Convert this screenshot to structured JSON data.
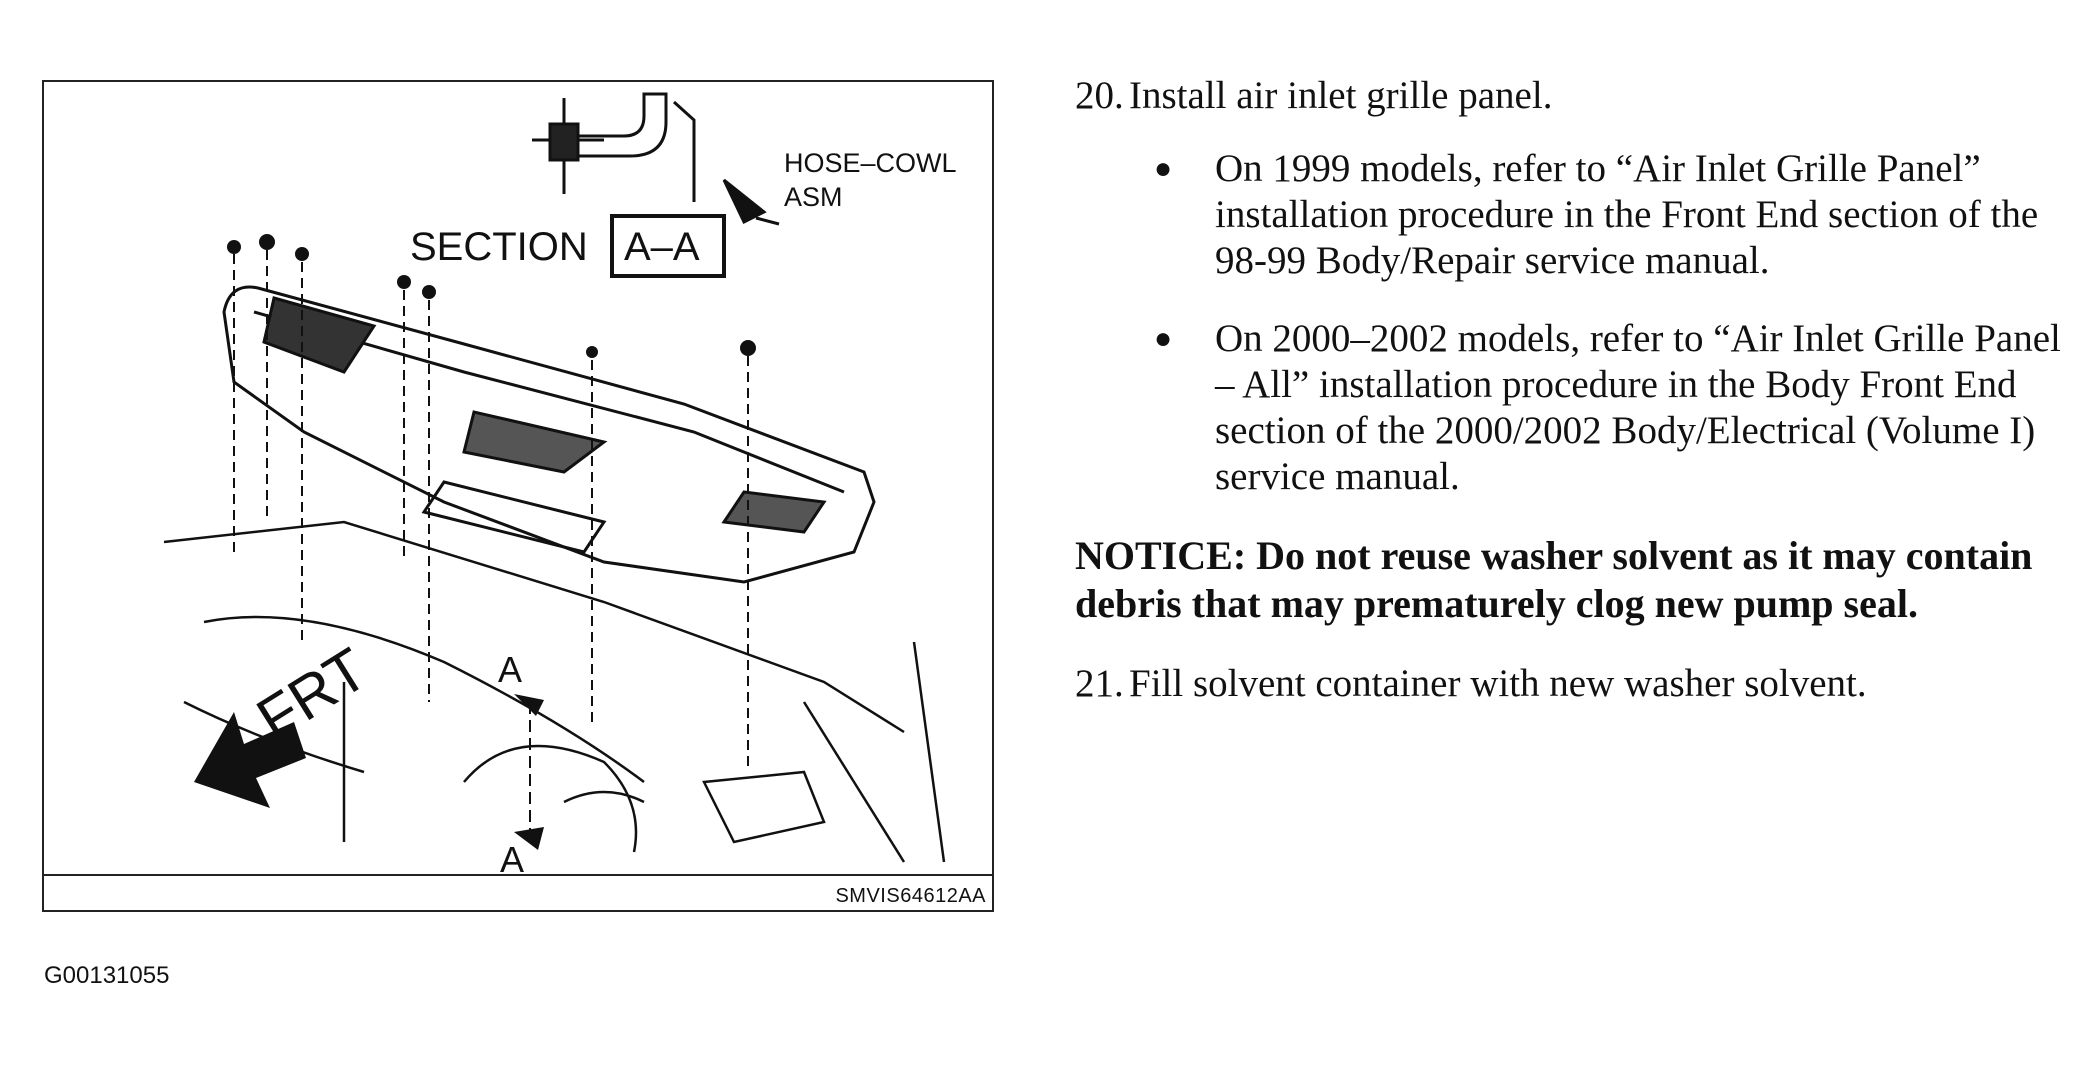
{
  "figure": {
    "callout_hose": "HOSE–COWL",
    "callout_asm": "ASM",
    "section_label": "SECTION",
    "section_id": "A–A",
    "frt_label": "FRT",
    "section_marker": "A",
    "figure_code": "SMVIS64612AA"
  },
  "reference_code": "G00131055",
  "steps": {
    "step20": {
      "number": "20.",
      "text": "Install air inlet grille panel.",
      "bullets": [
        "On 1999 models, refer to “Air Inlet Grille Panel” installation procedure in the Front End section of the 98-99 Body/Repair service manual.",
        "On 2000–2002 models, refer to “Air Inlet Grille Panel – All” installation procedure in the Body Front End section of the 2000/2002 Body/Electrical (Volume I) service manual."
      ]
    },
    "notice": "NOTICE: Do not reuse washer solvent as it may contain debris that may prematurely clog new pump seal.",
    "step21": {
      "number": "21.",
      "text": "Fill solvent container with new washer solvent."
    }
  }
}
